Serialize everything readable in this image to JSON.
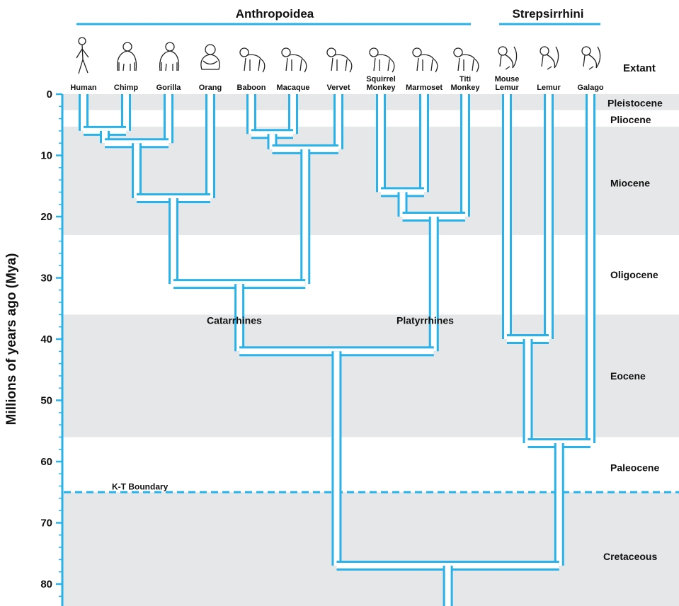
{
  "groups": [
    {
      "name": "Anthropoidea"
    },
    {
      "name": "Strepsirrhini"
    }
  ],
  "extant_label": "Extant",
  "axis": {
    "title": "Millions of years ago (Mya)",
    "ticks": [
      0,
      10,
      20,
      30,
      40,
      50,
      60,
      70,
      80
    ],
    "range_mya": [
      0,
      84
    ]
  },
  "taxa": [
    {
      "id": "human",
      "lines": [
        "Human"
      ],
      "icon": "human-icon"
    },
    {
      "id": "chimp",
      "lines": [
        "Chimp"
      ],
      "icon": "chimp-icon"
    },
    {
      "id": "gorilla",
      "lines": [
        "Gorilla"
      ],
      "icon": "gorilla-icon"
    },
    {
      "id": "orang",
      "lines": [
        "Orang"
      ],
      "icon": "orangutan-icon"
    },
    {
      "id": "baboon",
      "lines": [
        "Baboon"
      ],
      "icon": "baboon-icon"
    },
    {
      "id": "macaque",
      "lines": [
        "Macaque"
      ],
      "icon": "macaque-icon"
    },
    {
      "id": "vervet",
      "lines": [
        "Vervet"
      ],
      "icon": "vervet-icon"
    },
    {
      "id": "squirrel",
      "lines": [
        "Squirrel",
        "Monkey"
      ],
      "icon": "squirrel-monkey-icon"
    },
    {
      "id": "marmoset",
      "lines": [
        "Marmoset"
      ],
      "icon": "marmoset-icon"
    },
    {
      "id": "titi",
      "lines": [
        "Titi",
        "Monkey"
      ],
      "icon": "titi-monkey-icon"
    },
    {
      "id": "mouselemur",
      "lines": [
        "Mouse",
        "Lemur"
      ],
      "icon": "mouse-lemur-icon"
    },
    {
      "id": "lemur",
      "lines": [
        "Lemur"
      ],
      "icon": "lemur-icon"
    },
    {
      "id": "galago",
      "lines": [
        "Galago"
      ],
      "icon": "galago-icon"
    }
  ],
  "divergences_mya": {
    "human_chimp": 6,
    "hc_gorilla": 8,
    "hcg_orang": 17,
    "baboon_macaque": 6.5,
    "bm_vervet": 9,
    "apes_oldworld": 31,
    "squirrel_marmoset": 16,
    "sm_titi": 20,
    "catarrhines_platyrrhines": 42,
    "mouselemur_lemur": 40,
    "ml_galago": 57,
    "anthropoidea_strepsirrhini": 77
  },
  "clade_labels": [
    "Catarrhines",
    "Platyrrhines"
  ],
  "epochs": [
    {
      "name": "Pleistocene",
      "start": 0,
      "end": 2.6,
      "shaded": true
    },
    {
      "name": "Pliocene",
      "start": 2.6,
      "end": 5.3,
      "shaded": false
    },
    {
      "name": "Miocene",
      "start": 5.3,
      "end": 23,
      "shaded": true
    },
    {
      "name": "Oligocene",
      "start": 23,
      "end": 36,
      "shaded": false
    },
    {
      "name": "Eocene",
      "start": 36,
      "end": 56,
      "shaded": true
    },
    {
      "name": "Paleocene",
      "start": 56,
      "end": 65,
      "shaded": false
    },
    {
      "name": "Cretaceous",
      "start": 65,
      "end": 84,
      "shaded": true
    }
  ],
  "kt_boundary": {
    "label": "K-T Boundary",
    "mya": 65
  },
  "colors": {
    "tree": "#29b2ea",
    "shade": "#e6e7e8",
    "axis": "#29b2ea",
    "text": "#111111"
  }
}
